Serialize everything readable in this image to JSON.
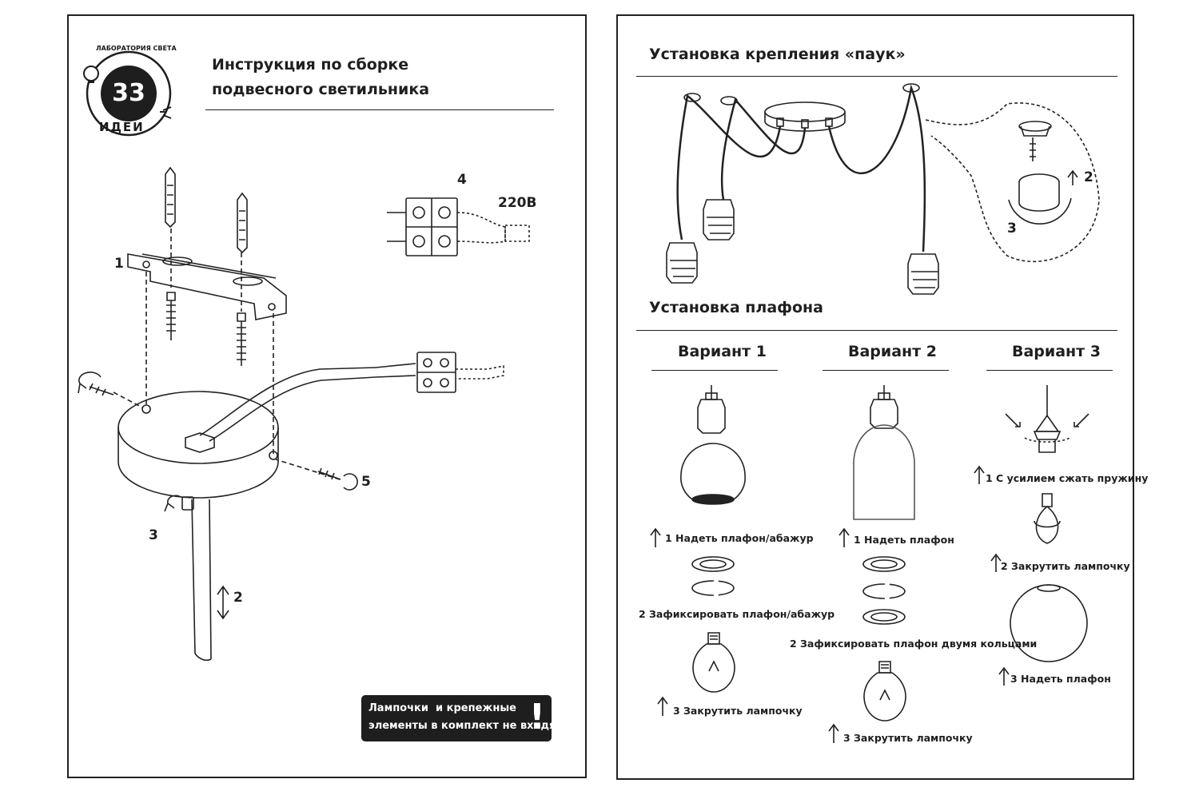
{
  "logo": {
    "number": "33",
    "word": "ИДЕИ",
    "arc_text": "ЛАБОРАТОРИЯ СВЕТА"
  },
  "left": {
    "title_line1": "Инструкция по сборке",
    "title_line2": "подвесного светильника",
    "labels": {
      "step1": "1",
      "step2": "2",
      "step3": "3",
      "step4": "4",
      "step5": "5",
      "voltage": "220В"
    },
    "note": {
      "text": "Лампочки  и крепежные\nэлементы в комплект не входят",
      "mark": "!"
    }
  },
  "right": {
    "spider_title": "Установка крепления «паук»",
    "spider_steps": {
      "two": "2",
      "three": "3"
    },
    "shade_title": "Установка плафона",
    "variants": [
      {
        "name": "Вариант 1",
        "steps": [
          "1 Надеть плафон/абажур",
          "2 Зафиксировать плафон/абажур",
          "3 Закрутить лампочку"
        ]
      },
      {
        "name": "Вариант 2",
        "steps": [
          "1 Надеть плафон",
          "2 Зафиксировать плафон двумя кольцами",
          "3 Закрутить лампочку"
        ]
      },
      {
        "name": "Вариант 3",
        "steps": [
          "1 С усилием сжать пружину",
          "2 Закрутить лампочку",
          "3 Надеть плафон"
        ]
      }
    ]
  },
  "colors": {
    "ink": "#1f1f1f",
    "note_background": "#1e1e1e",
    "page_background": "#ffffff"
  }
}
